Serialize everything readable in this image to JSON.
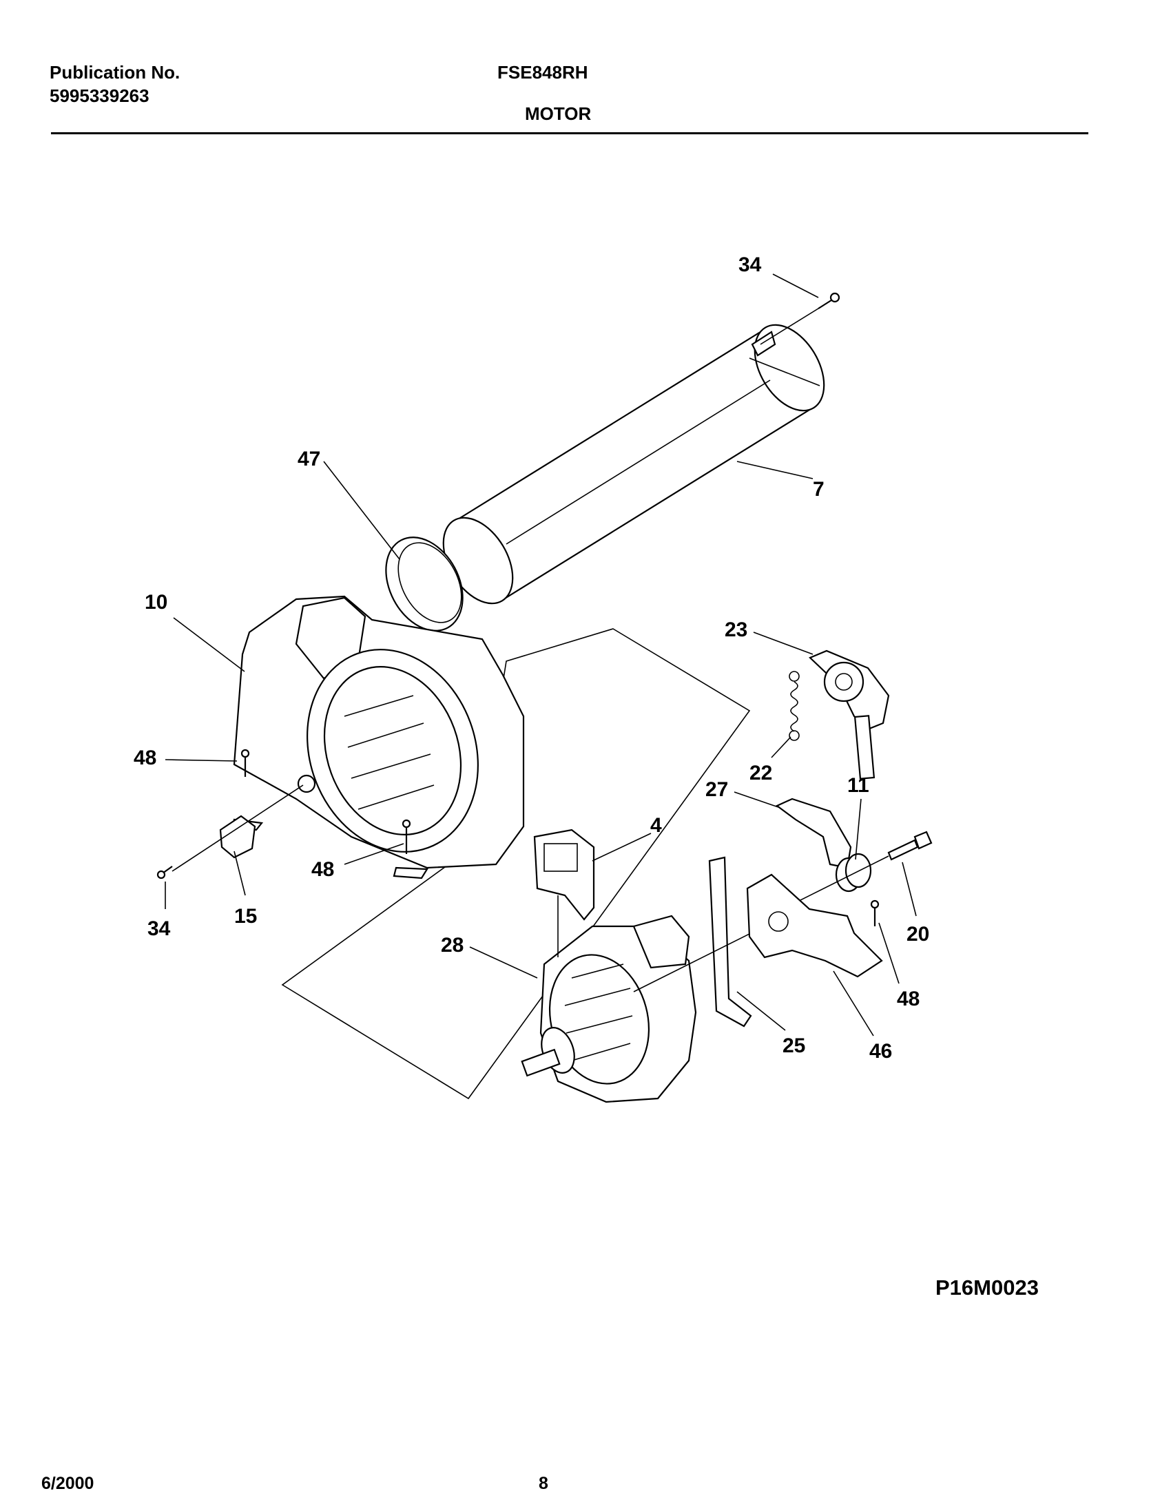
{
  "header": {
    "publication_label": "Publication No.",
    "publication_number": "5995339263",
    "model": "FSE848RH",
    "section": "MOTOR"
  },
  "callouts": {
    "c34_top": "34",
    "c7": "7",
    "c47": "47",
    "c10": "10",
    "c48_left": "48",
    "c48_mid": "48",
    "c34_bottom": "34",
    "c15": "15",
    "c23": "23",
    "c22": "22",
    "c27": "27",
    "c11": "11",
    "c4": "4",
    "c20": "20",
    "c28": "28",
    "c48_right": "48",
    "c25": "25",
    "c46": "46"
  },
  "diagram_code": "P16M0023",
  "footer": {
    "date": "6/2000",
    "page": "8"
  }
}
